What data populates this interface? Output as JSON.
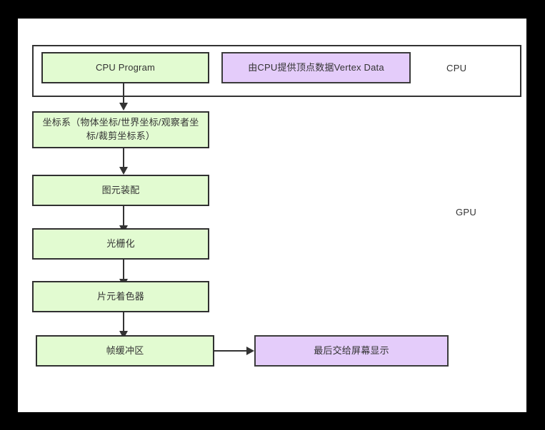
{
  "diagram": {
    "title": "GPU Rendering Pipeline Flowchart",
    "colors": {
      "green_fill": "#e2fbd1",
      "purple_fill": "#e4ccfa",
      "stroke": "#333333",
      "canvas": "#ffffff",
      "backdrop": "#000000"
    },
    "groups": [
      {
        "id": "cpu-group",
        "label": "CPU"
      }
    ],
    "side_labels": [
      {
        "id": "cpu-label",
        "text": "CPU"
      },
      {
        "id": "gpu-label",
        "text": "GPU"
      }
    ],
    "nodes": [
      {
        "id": "cpu-program",
        "text": "CPU Program",
        "fill": "green"
      },
      {
        "id": "vertex-data",
        "text": "由CPU提供顶点数据Vertex Data",
        "fill": "purple"
      },
      {
        "id": "coordinate-systems",
        "text": "坐标系（物体坐标/世界坐标/观察者坐标/裁剪坐标系）",
        "fill": "green"
      },
      {
        "id": "primitive-assembly",
        "text": "图元装配",
        "fill": "green"
      },
      {
        "id": "rasterization",
        "text": "光栅化",
        "fill": "green"
      },
      {
        "id": "fragment-shader",
        "text": "片元着色器",
        "fill": "green"
      },
      {
        "id": "frame-buffer",
        "text": "帧缓冲区",
        "fill": "green"
      },
      {
        "id": "screen-display",
        "text": "最后交给屏幕显示",
        "fill": "purple"
      }
    ],
    "edges": [
      {
        "from": "cpu-program",
        "to": "coordinate-systems",
        "direction": "down"
      },
      {
        "from": "coordinate-systems",
        "to": "primitive-assembly",
        "direction": "down"
      },
      {
        "from": "primitive-assembly",
        "to": "rasterization",
        "direction": "down"
      },
      {
        "from": "rasterization",
        "to": "fragment-shader",
        "direction": "down"
      },
      {
        "from": "fragment-shader",
        "to": "frame-buffer",
        "direction": "down"
      },
      {
        "from": "frame-buffer",
        "to": "screen-display",
        "direction": "right"
      }
    ]
  }
}
